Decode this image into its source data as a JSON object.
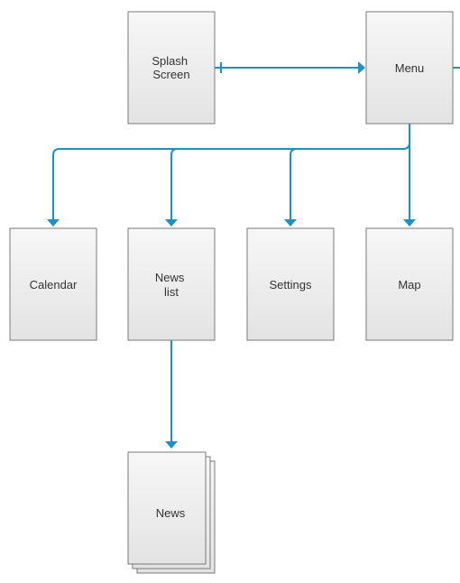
{
  "colors": {
    "connector": "#1a93c4",
    "node_fill_top": "#f7f7f7",
    "node_fill_bottom": "#e3e3e3",
    "node_border": "#7a7a7a",
    "text": "#333333"
  },
  "nodes": {
    "splash": {
      "label_lines": [
        "Splash",
        "Screen"
      ]
    },
    "menu": {
      "label_lines": [
        "Menu"
      ]
    },
    "calendar": {
      "label_lines": [
        "Calendar"
      ]
    },
    "news_list": {
      "label_lines": [
        "News",
        "list"
      ]
    },
    "settings": {
      "label_lines": [
        "Settings"
      ]
    },
    "map": {
      "label_lines": [
        "Map"
      ]
    },
    "news": {
      "label_lines": [
        "News"
      ],
      "stacked": true
    }
  },
  "edges": [
    {
      "from": "splash",
      "to": "menu"
    },
    {
      "from": "menu",
      "to": "calendar"
    },
    {
      "from": "menu",
      "to": "news_list"
    },
    {
      "from": "menu",
      "to": "settings"
    },
    {
      "from": "menu",
      "to": "map"
    },
    {
      "from": "news_list",
      "to": "news"
    }
  ]
}
